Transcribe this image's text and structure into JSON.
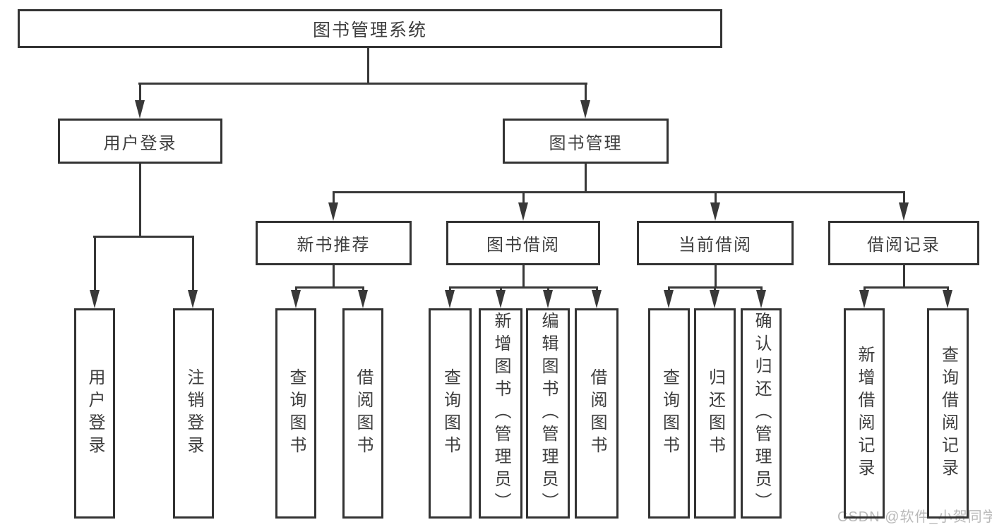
{
  "colors": {
    "line": "#383838",
    "box_border": "#333333",
    "text": "#3d3d3d",
    "watermark_text": "#b9b9b9",
    "background": "#ffffff"
  },
  "watermark": "CSDN @软件_小贺同学",
  "tree": {
    "root": "图书管理系统",
    "children": [
      {
        "label": "用户登录",
        "children": [
          {
            "label": "用户登录"
          },
          {
            "label": "注销登录"
          }
        ]
      },
      {
        "label": "图书管理",
        "children": [
          {
            "label": "新书推荐",
            "children": [
              {
                "label": "查询图书"
              },
              {
                "label": "借阅图书"
              }
            ]
          },
          {
            "label": "图书借阅",
            "children": [
              {
                "label": "查询图书"
              },
              {
                "label": "新增图书（管理员）"
              },
              {
                "label": "编辑图书（管理员）"
              },
              {
                "label": "借阅图书"
              }
            ]
          },
          {
            "label": "当前借阅",
            "children": [
              {
                "label": "查询图书"
              },
              {
                "label": "归还图书"
              },
              {
                "label": "确认归还（管理员）"
              }
            ]
          },
          {
            "label": "借阅记录",
            "children": [
              {
                "label": "新增借阅记录"
              },
              {
                "label": "查询借阅记录"
              }
            ]
          }
        ]
      }
    ]
  }
}
